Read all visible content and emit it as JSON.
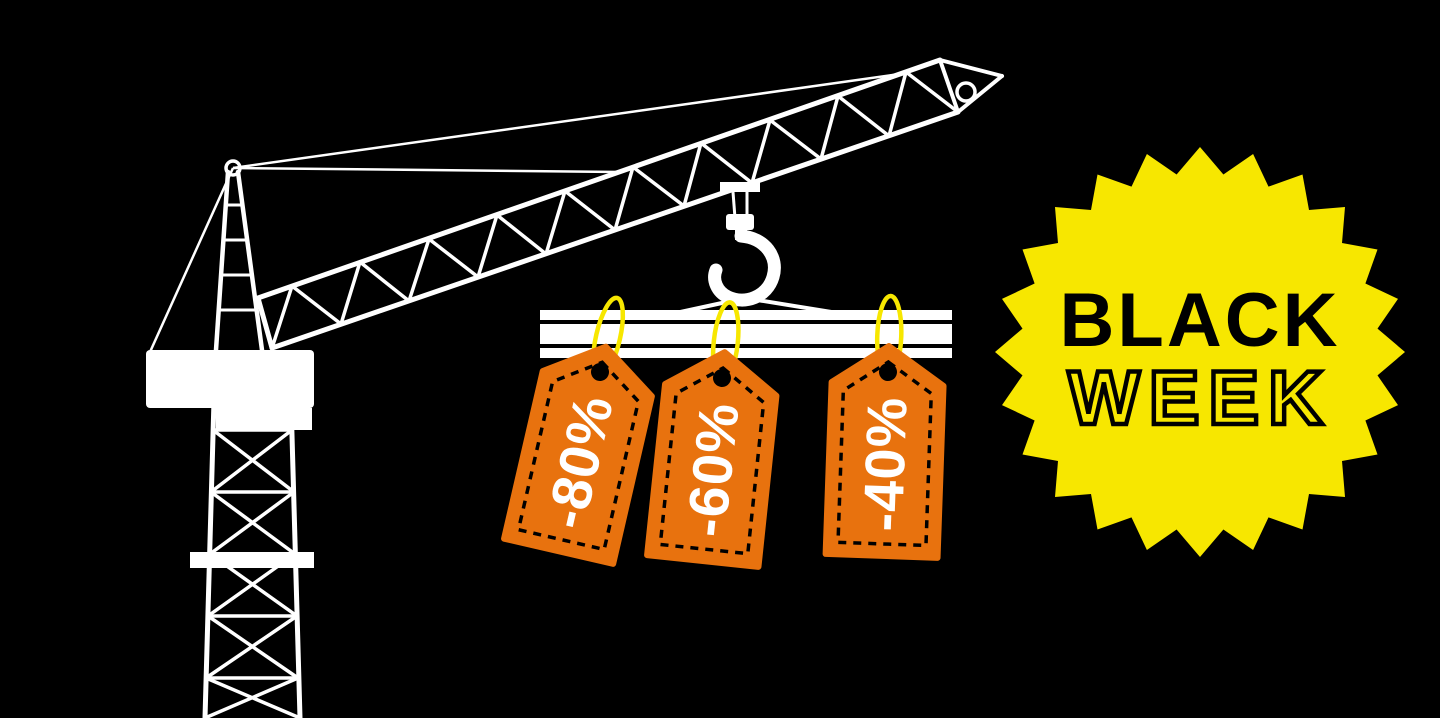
{
  "badge": {
    "line1": "BLACK",
    "line2": "WEEK",
    "bg_color": "#F7E700",
    "text_color": "#000000"
  },
  "tags": [
    {
      "label": "-80%"
    },
    {
      "label": "-60%"
    },
    {
      "label": "-40%"
    }
  ],
  "colors": {
    "background": "#000000",
    "tag_orange": "#E8720E",
    "string_yellow": "#F7E700",
    "crane_white": "#FFFFFF",
    "tag_text": "#FFFFFF",
    "tag_dash": "#000000"
  },
  "icons": {
    "crane": "tower-crane-illustration",
    "hook": "crane-hook",
    "beam": "steel-beam",
    "tag": "hanging-price-tag",
    "badge": "starburst-badge"
  }
}
